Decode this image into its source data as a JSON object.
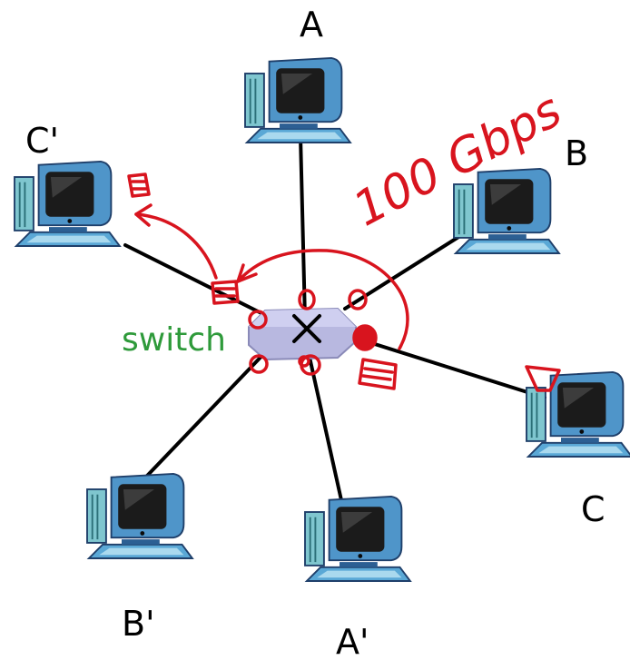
{
  "diagram": {
    "hosts": [
      {
        "id": "A",
        "label": "A"
      },
      {
        "id": "B",
        "label": "B"
      },
      {
        "id": "C",
        "label": "C"
      },
      {
        "id": "A-prime",
        "label": "A'"
      },
      {
        "id": "B-prime",
        "label": "B'"
      },
      {
        "id": "C-prime",
        "label": "C'"
      }
    ],
    "switch": {
      "label": "switch"
    },
    "annotation": {
      "link_speed": "100 Gbps"
    },
    "colors": {
      "link": "#000000",
      "switch_body": "#b8b8e0",
      "switch_label": "#2e9a3a",
      "ink": "#d8141e",
      "monitor": "#4f95c9",
      "monitor_dark": "#1f3f6a",
      "tower": "#7fc6cf"
    }
  }
}
